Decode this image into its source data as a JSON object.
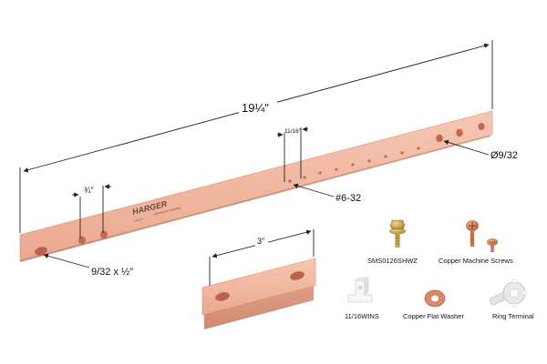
{
  "diagram": {
    "overall_length": "19¼\"",
    "hole_spacing_end": "¾\"",
    "hole_spacing_mid": "11/16\"",
    "tapped_hole_label": "#6-32",
    "round_hole_label": "Ø9/32",
    "slot_label": "9/32 x ½\"",
    "short_bar_length": "3\"",
    "brand": "HARGER",
    "brand_script": "Lightning & Grounding",
    "colors": {
      "copper": "#eeb29a",
      "copper_dark": "#d8917a",
      "hole": "#c96a4b",
      "dim_line": "#222222"
    }
  },
  "accessories": [
    {
      "id": "sms",
      "label": "SMS0126SHWZ",
      "icon": "screw-washer-icon"
    },
    {
      "id": "cms",
      "label": "Copper Machine Screws",
      "icon": "machine-screw-icon"
    },
    {
      "id": "wins",
      "label": "11/16WINS",
      "icon": "insulator-icon"
    },
    {
      "id": "washer",
      "label": "Copper Flat Washer",
      "icon": "washer-icon"
    },
    {
      "id": "ring",
      "label": "Ring Terminal",
      "icon": "ring-terminal-icon"
    }
  ]
}
